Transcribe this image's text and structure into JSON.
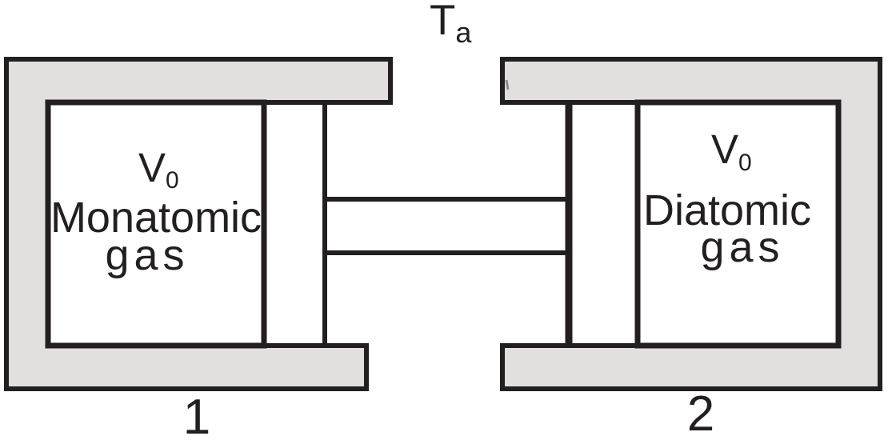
{
  "diagram": {
    "ambient_temp": {
      "base": "T",
      "sub": "a"
    },
    "left_cylinder": {
      "volume": {
        "base": "V",
        "sub": "0"
      },
      "gas_name": "Monatomic",
      "gas_word": "gas",
      "number": "1"
    },
    "right_cylinder": {
      "volume": {
        "base": "V",
        "sub": "0"
      },
      "gas_name": "Diatomic",
      "gas_word": "gas",
      "number": "2"
    }
  },
  "colors": {
    "background": "#ffffff",
    "wall_fill": "#e1e0df",
    "line": "#231f20",
    "text": "#231f20"
  }
}
